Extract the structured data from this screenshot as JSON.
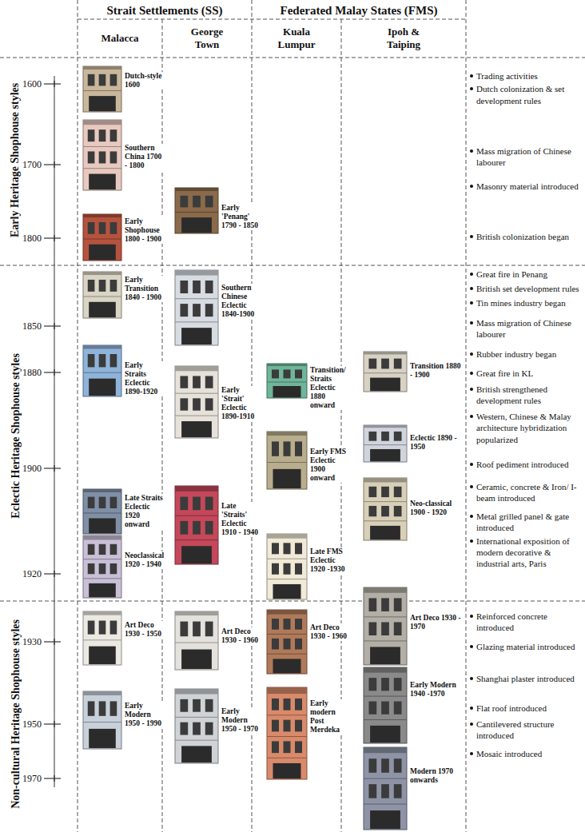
{
  "diagram": {
    "labels": [
      "Strait Settlements (SS)",
      "Federated Malay States (FMS)",
      "Malacca",
      "George Town",
      "Kuala Lumpur",
      "Ipoh & Taiping",
      "Early Heritage Shophouse styles",
      "Eclectic Heritage Shophouse styles",
      "Non-cultural Heritage Shophouse styles",
      "1600",
      "1700",
      "1800",
      "1850",
      "1880",
      "1900",
      "1920",
      "1930",
      "1950",
      "1970",
      "Dutch-style 1600",
      "Southern China 1700 - 1800",
      "Early Shophouse 1800 - 1900",
      "Early Transition 1840 - 1900",
      "Early Straits Eclectic 1890-1920",
      "Late Straits Eclectic 1920 onward",
      "Neoclassical 1920 - 1940",
      "Art Deco 1930 - 1950",
      "Early Modern 1950 - 1990",
      "Early 'Penang' 1790 - 1850",
      "Southern Chinese Eclectic 1840-1900",
      "Early 'Strait' Eclectic 1890-1910",
      "Late 'Straits' Eclectic 1910 - 1940",
      "Art Deco 1930 - 1960",
      "Early Modern 1950 - 1970",
      "Transition/ Straits Eclectic 1880 onward",
      "Early FMS Eclectic 1900 onward",
      "Late FMS Eclectic 1920 -1930",
      "Art Deco 1930 - 1960",
      "Early modern Post Merdeka",
      "Transition 1880 - 1900",
      "Eclectic 1890 - 1950",
      "Neo-classical 1900 - 1920",
      "Art Deco 1930 - 1970",
      "Early Modern 1940 -1970",
      "Modern 1970 onwards",
      "Trading activities",
      "Dutch colonization & set development rules",
      "Mass migration of Chinese labourer",
      "Masonry material introduced",
      "British colonization began",
      "Great fire in Penang",
      "British set development rules",
      "Tin mines industry began",
      "Mass migration of Chinese labourer",
      "Rubber industry began",
      "Great fire in KL",
      "British strengthened development rules",
      "Western, Chinese & Malay architecture hybridization popularized",
      "Roof pediment introduced",
      "Ceramic, concrete & Iron/ I-beam introduced",
      "Metal grilled panel & gate introduced",
      "International exposition of modern decorative & industrial arts, Paris",
      "Reinforced concrete introduced",
      "Glazing material introduced",
      "Shanghai plaster introduced",
      "Flat roof introduced",
      "Cantilevered structure introduced",
      "Mosaic introduced"
    ]
  }
}
